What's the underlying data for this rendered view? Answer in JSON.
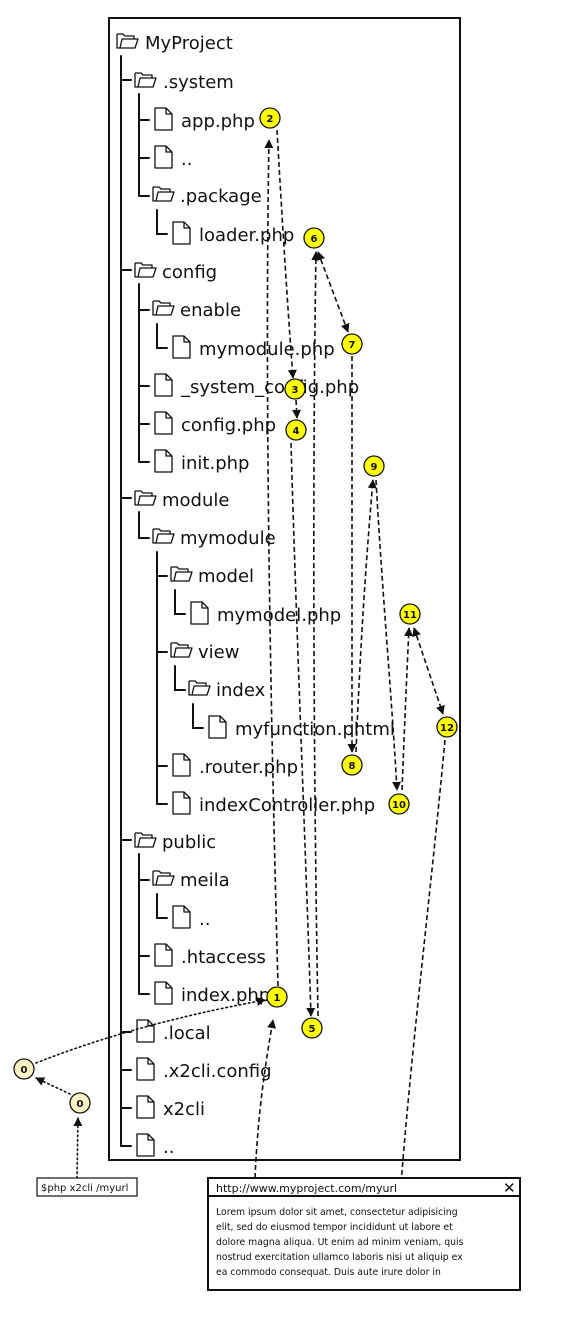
{
  "tree": {
    "root": {
      "name": "MyProject",
      "type": "folder"
    },
    "items": [
      {
        "name": ".system",
        "type": "folder"
      },
      {
        "name": "app.php",
        "type": "file"
      },
      {
        "name": "..",
        "type": "file"
      },
      {
        "name": ".package",
        "type": "folder"
      },
      {
        "name": "loader.php",
        "type": "file"
      },
      {
        "name": "config",
        "type": "folder"
      },
      {
        "name": "enable",
        "type": "folder"
      },
      {
        "name": "mymodule.php",
        "type": "file"
      },
      {
        "name": "_system_config.php",
        "type": "file"
      },
      {
        "name": "config.php",
        "type": "file"
      },
      {
        "name": "init.php",
        "type": "file"
      },
      {
        "name": "module",
        "type": "folder"
      },
      {
        "name": "mymodule",
        "type": "folder"
      },
      {
        "name": "model",
        "type": "folder"
      },
      {
        "name": "mymodel.php",
        "type": "file"
      },
      {
        "name": "view",
        "type": "folder"
      },
      {
        "name": "index",
        "type": "folder"
      },
      {
        "name": "myfunction.phtml",
        "type": "file"
      },
      {
        "name": ".router.php",
        "type": "file"
      },
      {
        "name": "indexController.php",
        "type": "file"
      },
      {
        "name": "public",
        "type": "folder"
      },
      {
        "name": "meila",
        "type": "folder"
      },
      {
        "name": "..",
        "type": "file"
      },
      {
        "name": ".htaccess",
        "type": "file"
      },
      {
        "name": "index.php",
        "type": "file"
      },
      {
        "name": ".local",
        "type": "file"
      },
      {
        "name": ".x2cli.config",
        "type": "file"
      },
      {
        "name": "x2cli",
        "type": "file"
      },
      {
        "name": "..",
        "type": "file"
      }
    ]
  },
  "steps": [
    {
      "label": "0",
      "style": "cream"
    },
    {
      "label": "0",
      "style": "cream"
    },
    {
      "label": "1",
      "style": "yellow"
    },
    {
      "label": "2",
      "style": "yellow"
    },
    {
      "label": "3",
      "style": "yellow"
    },
    {
      "label": "4",
      "style": "yellow"
    },
    {
      "label": "5",
      "style": "yellow"
    },
    {
      "label": "6",
      "style": "yellow"
    },
    {
      "label": "7",
      "style": "yellow"
    },
    {
      "label": "8",
      "style": "yellow"
    },
    {
      "label": "9",
      "style": "yellow"
    },
    {
      "label": "10",
      "style": "yellow"
    },
    {
      "label": "11",
      "style": "yellow"
    },
    {
      "label": "12",
      "style": "yellow"
    }
  ],
  "command": {
    "text": "$php x2cli /myurl"
  },
  "browser": {
    "url": "http://www.myproject.com/myurl",
    "close_glyph": "✕",
    "body_lines": [
      "Lorem ipsum dolor sit amet, consectetur adipisicing",
      "elit, sed do eiusmod tempor incididunt ut labore et",
      "dolore magna aliqua. Ut enim ad minim veniam, quis",
      "nostrud exercitation ullamco laboris nisi ut aliquip ex",
      "ea commodo consequat. Duis aute irure dolor in"
    ]
  },
  "colors": {
    "badge_yellow": "#ffff00",
    "badge_cream": "#fdf0c4",
    "line": "#111111",
    "background": "#ffffff"
  }
}
